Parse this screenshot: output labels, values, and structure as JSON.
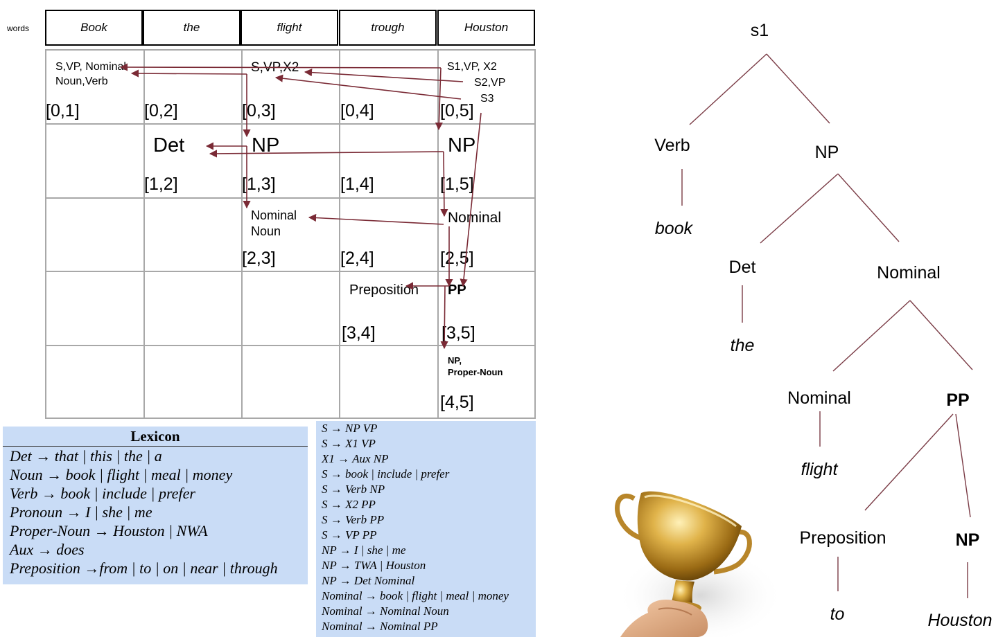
{
  "words": {
    "label": "words",
    "items": [
      "Book",
      "the",
      "flight",
      "trough",
      "Houston"
    ]
  },
  "chart_cells": {
    "c01": "S,VP, Nominal\nNoun,Verb",
    "c03": "S,VP,X2",
    "c05a": "S1,VP, X2",
    "c05b": "S2,VP",
    "c05c": "S3",
    "c12": "Det",
    "c13": "NP",
    "c15": "NP",
    "c23": "Nominal\nNoun",
    "c25": "Nominal",
    "c34": "Preposition",
    "c35": "PP",
    "c45": "NP,\nProper-Noun"
  },
  "indices": {
    "i01": "[0,1]",
    "i02": "[0,2]",
    "i03": "[0,3]",
    "i04": "[0,4]",
    "i05": "[0,5]",
    "i12": "[1,2]",
    "i13": "[1,3]",
    "i14": "[1,4]",
    "i15": "[1,5]",
    "i23": "[2,3]",
    "i24": "[2,4]",
    "i25": "[2,5]",
    "i34": "[3,4]",
    "i35": "[3,5]",
    "i45": "[4,5]"
  },
  "lexicon": {
    "title": "Lexicon",
    "rows": [
      "Det → that | this | the | a",
      "Noun → book | flight | meal | money",
      "Verb → book | include | prefer",
      "Pronoun → I | she | me",
      "Proper-Noun → Houston | NWA",
      "Aux → does",
      "Preposition →from | to | on | near | through"
    ]
  },
  "grammar": {
    "rows": [
      "S → NP VP",
      "S → X1 VP",
      "X1 → Aux NP",
      "S → book | include | prefer",
      "S → Verb NP",
      "S → X2 PP",
      "S → Verb PP",
      "S → VP PP",
      "NP → I | she | me",
      "NP → TWA | Houston",
      "NP → Det Nominal",
      "Nominal → book | flight | meal | money",
      "Nominal → Nominal Noun",
      "Nominal → Nominal PP"
    ]
  },
  "tree": {
    "root": "s1",
    "verb": "Verb",
    "book": "book",
    "np": "NP",
    "det": "Det",
    "the": "the",
    "nominal": "Nominal",
    "nominal2": "Nominal",
    "flight": "flight",
    "pp": "PP",
    "preposition": "Preposition",
    "to": "to",
    "np2": "NP",
    "houston": "Houston"
  },
  "colors": {
    "arrow": "#7a2a35",
    "table_panel": "#c9dcf6",
    "grid_line": "#a8a8a8"
  }
}
